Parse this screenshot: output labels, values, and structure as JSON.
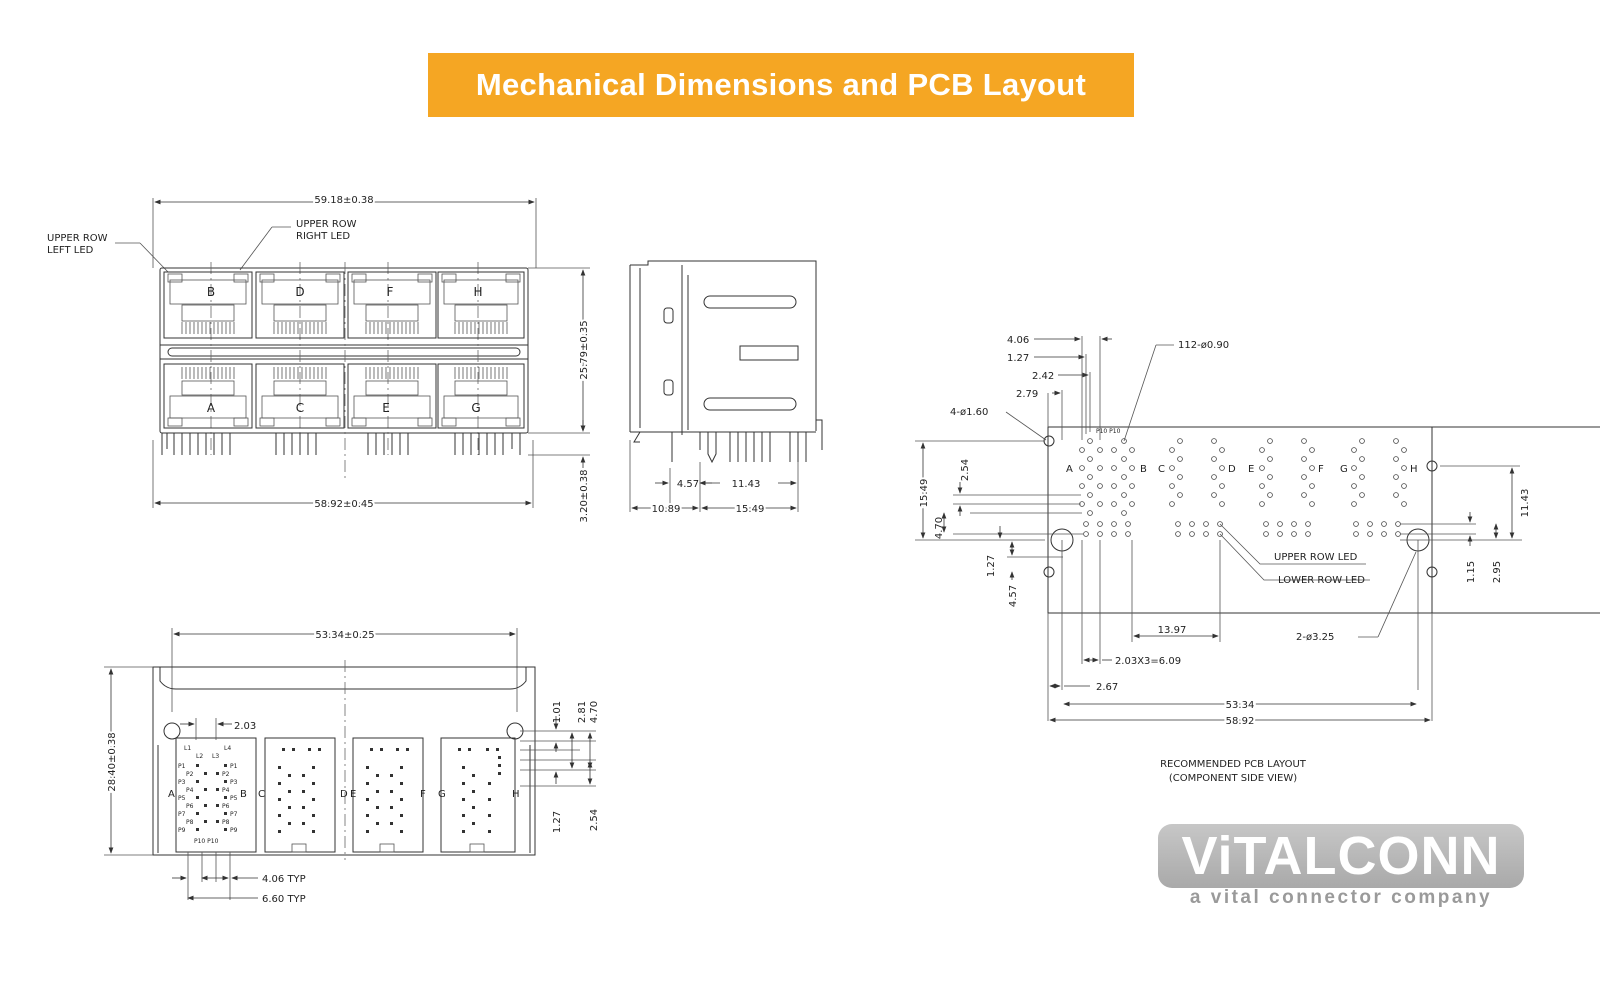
{
  "header": {
    "title": "Mechanical Dimensions and PCB Layout"
  },
  "colors": {
    "banner": "#f5a623",
    "ink": "#333333",
    "logo": "#b5b5b5"
  },
  "front_view": {
    "overall_top": "59.18±0.38",
    "overall_bottom": "58.92±0.45",
    "height": "25.79±0.35",
    "pin_length": "3.20±0.38",
    "callout_left_led": [
      "UPPER ROW",
      "LEFT LED"
    ],
    "callout_right_led": [
      "UPPER ROW",
      "RIGHT LED"
    ],
    "upper_ports": [
      "B",
      "D",
      "F",
      "H"
    ],
    "lower_ports": [
      "A",
      "C",
      "E",
      "G"
    ]
  },
  "side_view": {
    "dim_a": "4.57",
    "dim_b": "11.43",
    "dim_c": "10.89",
    "dim_d": "15.49"
  },
  "bottom_view": {
    "width": "53.34±0.25",
    "height": "28.40±0.38",
    "pitch": "2.03",
    "dim_right_1": "1.01",
    "dim_right_2": "2.81",
    "dim_right_3": "4.70",
    "dim_right_4": "2.54",
    "dim_left": "1.27",
    "typ_1": "4.06 TYP",
    "typ_2": "6.60 TYP",
    "port_letters": [
      "A",
      "B",
      "C",
      "D",
      "E",
      "F",
      "G",
      "H"
    ],
    "led_left": [
      "L1",
      "L2"
    ],
    "led_right": [
      "L3",
      "L4"
    ],
    "pins_left": [
      "P1",
      "P2",
      "P3",
      "P4",
      "P5",
      "P6",
      "P7",
      "P8",
      "P9"
    ],
    "pins_right": [
      "P1",
      "P2",
      "P3",
      "P4",
      "P5",
      "P6",
      "P7",
      "P8",
      "P9"
    ],
    "pin_bottom": "P10 P10"
  },
  "pcb_layout": {
    "d_406": "4.06",
    "d_127": "1.27",
    "d_242": "2.42",
    "d_279": "2.79",
    "holes_small": "4-ø1.60",
    "holes_pins": "112-ø0.90",
    "holes_large": "2-ø3.25",
    "d_1549": "15.49",
    "d_254": "2.54",
    "d_470": "4.70",
    "d_127b": "1.27",
    "d_457": "4.57",
    "d_1143": "11.43",
    "d_115": "1.15",
    "d_295": "2.95",
    "d_1397": "13.97",
    "d_203x3": "2.03X3=6.09",
    "d_267": "2.67",
    "d_5334": "53.34",
    "d_5892": "58.92",
    "upper_row_led": "UPPER ROW LED",
    "lower_row_led": "LOWER ROW LED",
    "port_letters": [
      "A",
      "B",
      "C",
      "D",
      "E",
      "F",
      "G",
      "H"
    ],
    "pin_p10": "P10 P10",
    "caption_1": "RECOMMENDED PCB LAYOUT",
    "caption_2": "(COMPONENT SIDE VIEW)"
  },
  "logo": {
    "name": "ViTALCONN",
    "tagline": "a vital connector company"
  }
}
